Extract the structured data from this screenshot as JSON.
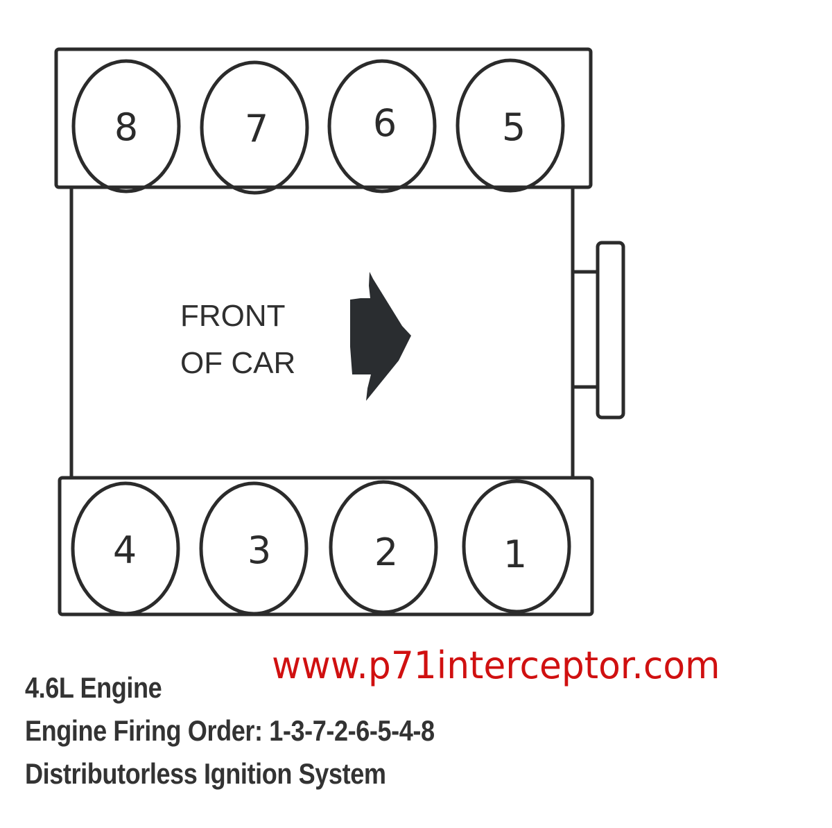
{
  "diagram": {
    "title": "4.6L Engine",
    "firing_order_text": "Engine Firing Order: 1-3-7-2-6-5-4-8",
    "firing_order": [
      1,
      3,
      7,
      2,
      6,
      5,
      4,
      8
    ],
    "ignition_text": "Distributorless Ignition System",
    "watermark": "www.p71interceptor.com",
    "direction_label_line1": "FRONT",
    "direction_label_line2": "OF CAR",
    "top_bank": {
      "cylinders": [
        {
          "label": "8"
        },
        {
          "label": "7"
        },
        {
          "label": "6"
        },
        {
          "label": "5"
        }
      ]
    },
    "bottom_bank": {
      "cylinders": [
        {
          "label": "4"
        },
        {
          "label": "3"
        },
        {
          "label": "2"
        },
        {
          "label": "1"
        }
      ]
    },
    "colors": {
      "line": "#2b2b2b",
      "arrow": "#2a2d30",
      "watermark": "#d01010",
      "caption": "#333333"
    }
  }
}
